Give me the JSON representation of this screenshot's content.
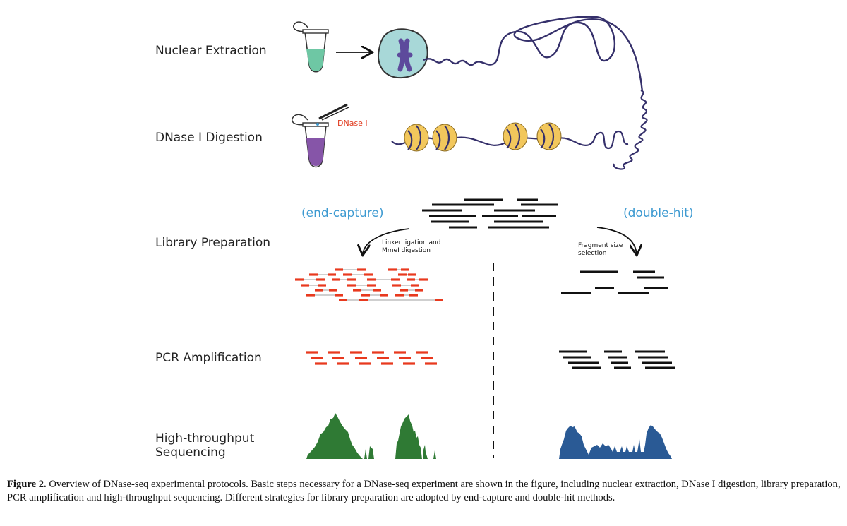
{
  "steps": {
    "nuclear_extraction": "Nuclear Extraction",
    "dnase_digestion": "DNase I Digestion",
    "library_preparation": "Library Preparation",
    "pcr_amplification": "PCR Amplification",
    "sequencing_line1": "High-throughput",
    "sequencing_line2": "Sequencing"
  },
  "labels": {
    "dnase_enzyme": "DNase I",
    "end_capture": "(end-capture)",
    "double_hit": "(double-hit)",
    "linker_line1": "Linker ligation and",
    "linker_line2": "MmeI digestion",
    "fragment_line1": "Fragment size",
    "fragment_line2": "selection"
  },
  "caption": {
    "label": "Figure 2.",
    "text": "Overview of DNase-seq experimental protocols. Basic steps necessary for a DNase-seq experiment are shown in the figure, including nuclear extraction, DNase I digestion, library preparation, PCR amplification and high-throughput sequencing. Different strategies for library preparation are adopted by end-capture and double-hit methods."
  },
  "colors": {
    "end_capture_reads": "#e8391e",
    "double_hit_reads": "#111111",
    "end_capture_signal": "#2f7a34",
    "double_hit_signal": "#2a5a95",
    "method_label": "#3d9ad1",
    "nucleosome": "#f2c75c",
    "dna": "#35306b"
  }
}
